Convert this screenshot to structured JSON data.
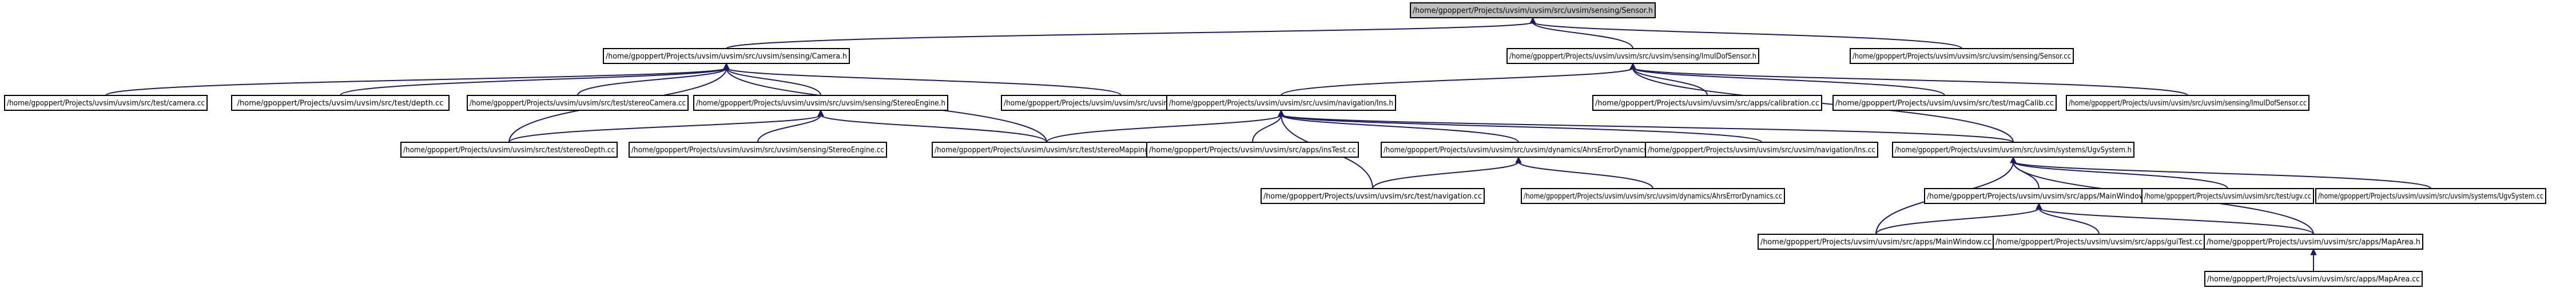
{
  "nodes": [
    {
      "id": "sensor_h",
      "label": "/home/gpoppert/Projects/uvsim/uvsim/src/uvsim/sensing/Sensor.h",
      "root": true
    },
    {
      "id": "camera_h",
      "label": "/home/gpoppert/Projects/uvsim/uvsim/src/uvsim/sensing/Camera.h"
    },
    {
      "id": "imu_h",
      "label": "/home/gpoppert/Projects/uvsim/uvsim/src/uvsim/sensing/ImuIDofSensor.h"
    },
    {
      "id": "sensor_cc",
      "label": "/home/gpoppert/Projects/uvsim/uvsim/src/uvsim/sensing/Sensor.cc"
    },
    {
      "id": "test_camera",
      "label": "/home/gpoppert/Projects/uvsim/uvsim/src/test/camera.cc"
    },
    {
      "id": "test_depth",
      "label": "/home/gpoppert/Projects/uvsim/uvsim/src/test/depth.cc"
    },
    {
      "id": "test_stereocamera",
      "label": "/home/gpoppert/Projects/uvsim/uvsim/src/test/stereoCamera.cc"
    },
    {
      "id": "stereoengine_h",
      "label": "/home/gpoppert/Projects/uvsim/uvsim/src/uvsim/sensing/StereoEngine.h"
    },
    {
      "id": "camera_cc",
      "label": "/home/gpoppert/Projects/uvsim/uvsim/src/uvsim/sensing/Camera.cc"
    },
    {
      "id": "ins_h",
      "label": "/home/gpoppert/Projects/uvsim/uvsim/src/uvsim/navigation/Ins.h"
    },
    {
      "id": "apps_calibration",
      "label": "/home/gpoppert/Projects/uvsim/uvsim/src/apps/calibration.cc"
    },
    {
      "id": "test_magcalib",
      "label": "/home/gpoppert/Projects/uvsim/uvsim/src/test/magCalib.cc"
    },
    {
      "id": "imu_cc",
      "label": "/home/gpoppert/Projects/uvsim/uvsim/src/uvsim/sensing/ImuIDofSensor.cc"
    },
    {
      "id": "test_stereodepth",
      "label": "/home/gpoppert/Projects/uvsim/uvsim/src/test/stereoDepth.cc"
    },
    {
      "id": "stereoengine_cc",
      "label": "/home/gpoppert/Projects/uvsim/uvsim/src/uvsim/sensing/StereoEngine.cc"
    },
    {
      "id": "test_stereomapping",
      "label": "/home/gpoppert/Projects/uvsim/uvsim/src/test/stereoMapping.cc"
    },
    {
      "id": "apps_instest",
      "label": "/home/gpoppert/Projects/uvsim/uvsim/src/apps/insTest.cc"
    },
    {
      "id": "ahrs_h",
      "label": "/home/gpoppert/Projects/uvsim/uvsim/src/uvsim/dynamics/AhrsErrorDynamics.h"
    },
    {
      "id": "ins_cc",
      "label": "/home/gpoppert/Projects/uvsim/uvsim/src/uvsim/navigation/Ins.cc"
    },
    {
      "id": "ugvsystem_h",
      "label": "/home/gpoppert/Projects/uvsim/uvsim/src/uvsim/systems/UgvSystem.h"
    },
    {
      "id": "test_navigation",
      "label": "/home/gpoppert/Projects/uvsim/uvsim/src/test/navigation.cc"
    },
    {
      "id": "ahrs_cc",
      "label": "/home/gpoppert/Projects/uvsim/uvsim/src/uvsim/dynamics/AhrsErrorDynamics.cc"
    },
    {
      "id": "mainwindow_h",
      "label": "/home/gpoppert/Projects/uvsim/uvsim/src/apps/MainWindow.h"
    },
    {
      "id": "test_ugv",
      "label": "/home/gpoppert/Projects/uvsim/uvsim/src/test/ugv.cc"
    },
    {
      "id": "ugvsystem_cc",
      "label": "/home/gpoppert/Projects/uvsim/uvsim/src/uvsim/systems/UgvSystem.cc"
    },
    {
      "id": "mainwindow_cc",
      "label": "/home/gpoppert/Projects/uvsim/uvsim/src/apps/MainWindow.cc"
    },
    {
      "id": "apps_guitest",
      "label": "/home/gpoppert/Projects/uvsim/uvsim/src/apps/guiTest.cc"
    },
    {
      "id": "maparea_h",
      "label": "/home/gpoppert/Projects/uvsim/uvsim/src/apps/MapArea.h"
    },
    {
      "id": "maparea_cc",
      "label": "/home/gpoppert/Projects/uvsim/uvsim/src/apps/MapArea.cc"
    }
  ],
  "edges": [
    [
      "camera_h",
      "sensor_h"
    ],
    [
      "imu_h",
      "sensor_h"
    ],
    [
      "sensor_cc",
      "sensor_h"
    ],
    [
      "test_camera",
      "camera_h"
    ],
    [
      "test_depth",
      "camera_h"
    ],
    [
      "test_stereocamera",
      "camera_h"
    ],
    [
      "stereoengine_h",
      "camera_h"
    ],
    [
      "camera_cc",
      "camera_h"
    ],
    [
      "test_stereodepth",
      "camera_h"
    ],
    [
      "test_stereomapping",
      "camera_h"
    ],
    [
      "ins_h",
      "imu_h"
    ],
    [
      "apps_calibration",
      "imu_h"
    ],
    [
      "test_magcalib",
      "imu_h"
    ],
    [
      "imu_cc",
      "imu_h"
    ],
    [
      "ugvsystem_h",
      "imu_h"
    ],
    [
      "test_stereodepth",
      "stereoengine_h"
    ],
    [
      "stereoengine_cc",
      "stereoengine_h"
    ],
    [
      "test_stereomapping",
      "stereoengine_h"
    ],
    [
      "test_stereomapping",
      "ins_h"
    ],
    [
      "apps_instest",
      "ins_h"
    ],
    [
      "ahrs_h",
      "ins_h"
    ],
    [
      "ins_cc",
      "ins_h"
    ],
    [
      "ugvsystem_h",
      "ins_h"
    ],
    [
      "test_navigation",
      "ins_h"
    ],
    [
      "test_navigation",
      "ahrs_h"
    ],
    [
      "ahrs_cc",
      "ahrs_h"
    ],
    [
      "mainwindow_h",
      "ugvsystem_h"
    ],
    [
      "test_ugv",
      "ugvsystem_h"
    ],
    [
      "ugvsystem_cc",
      "ugvsystem_h"
    ],
    [
      "mainwindow_cc",
      "ugvsystem_h"
    ],
    [
      "maparea_h",
      "ugvsystem_h"
    ],
    [
      "mainwindow_cc",
      "mainwindow_h"
    ],
    [
      "apps_guitest",
      "mainwindow_h"
    ],
    [
      "maparea_h",
      "mainwindow_h"
    ],
    [
      "maparea_cc",
      "maparea_h"
    ]
  ]
}
